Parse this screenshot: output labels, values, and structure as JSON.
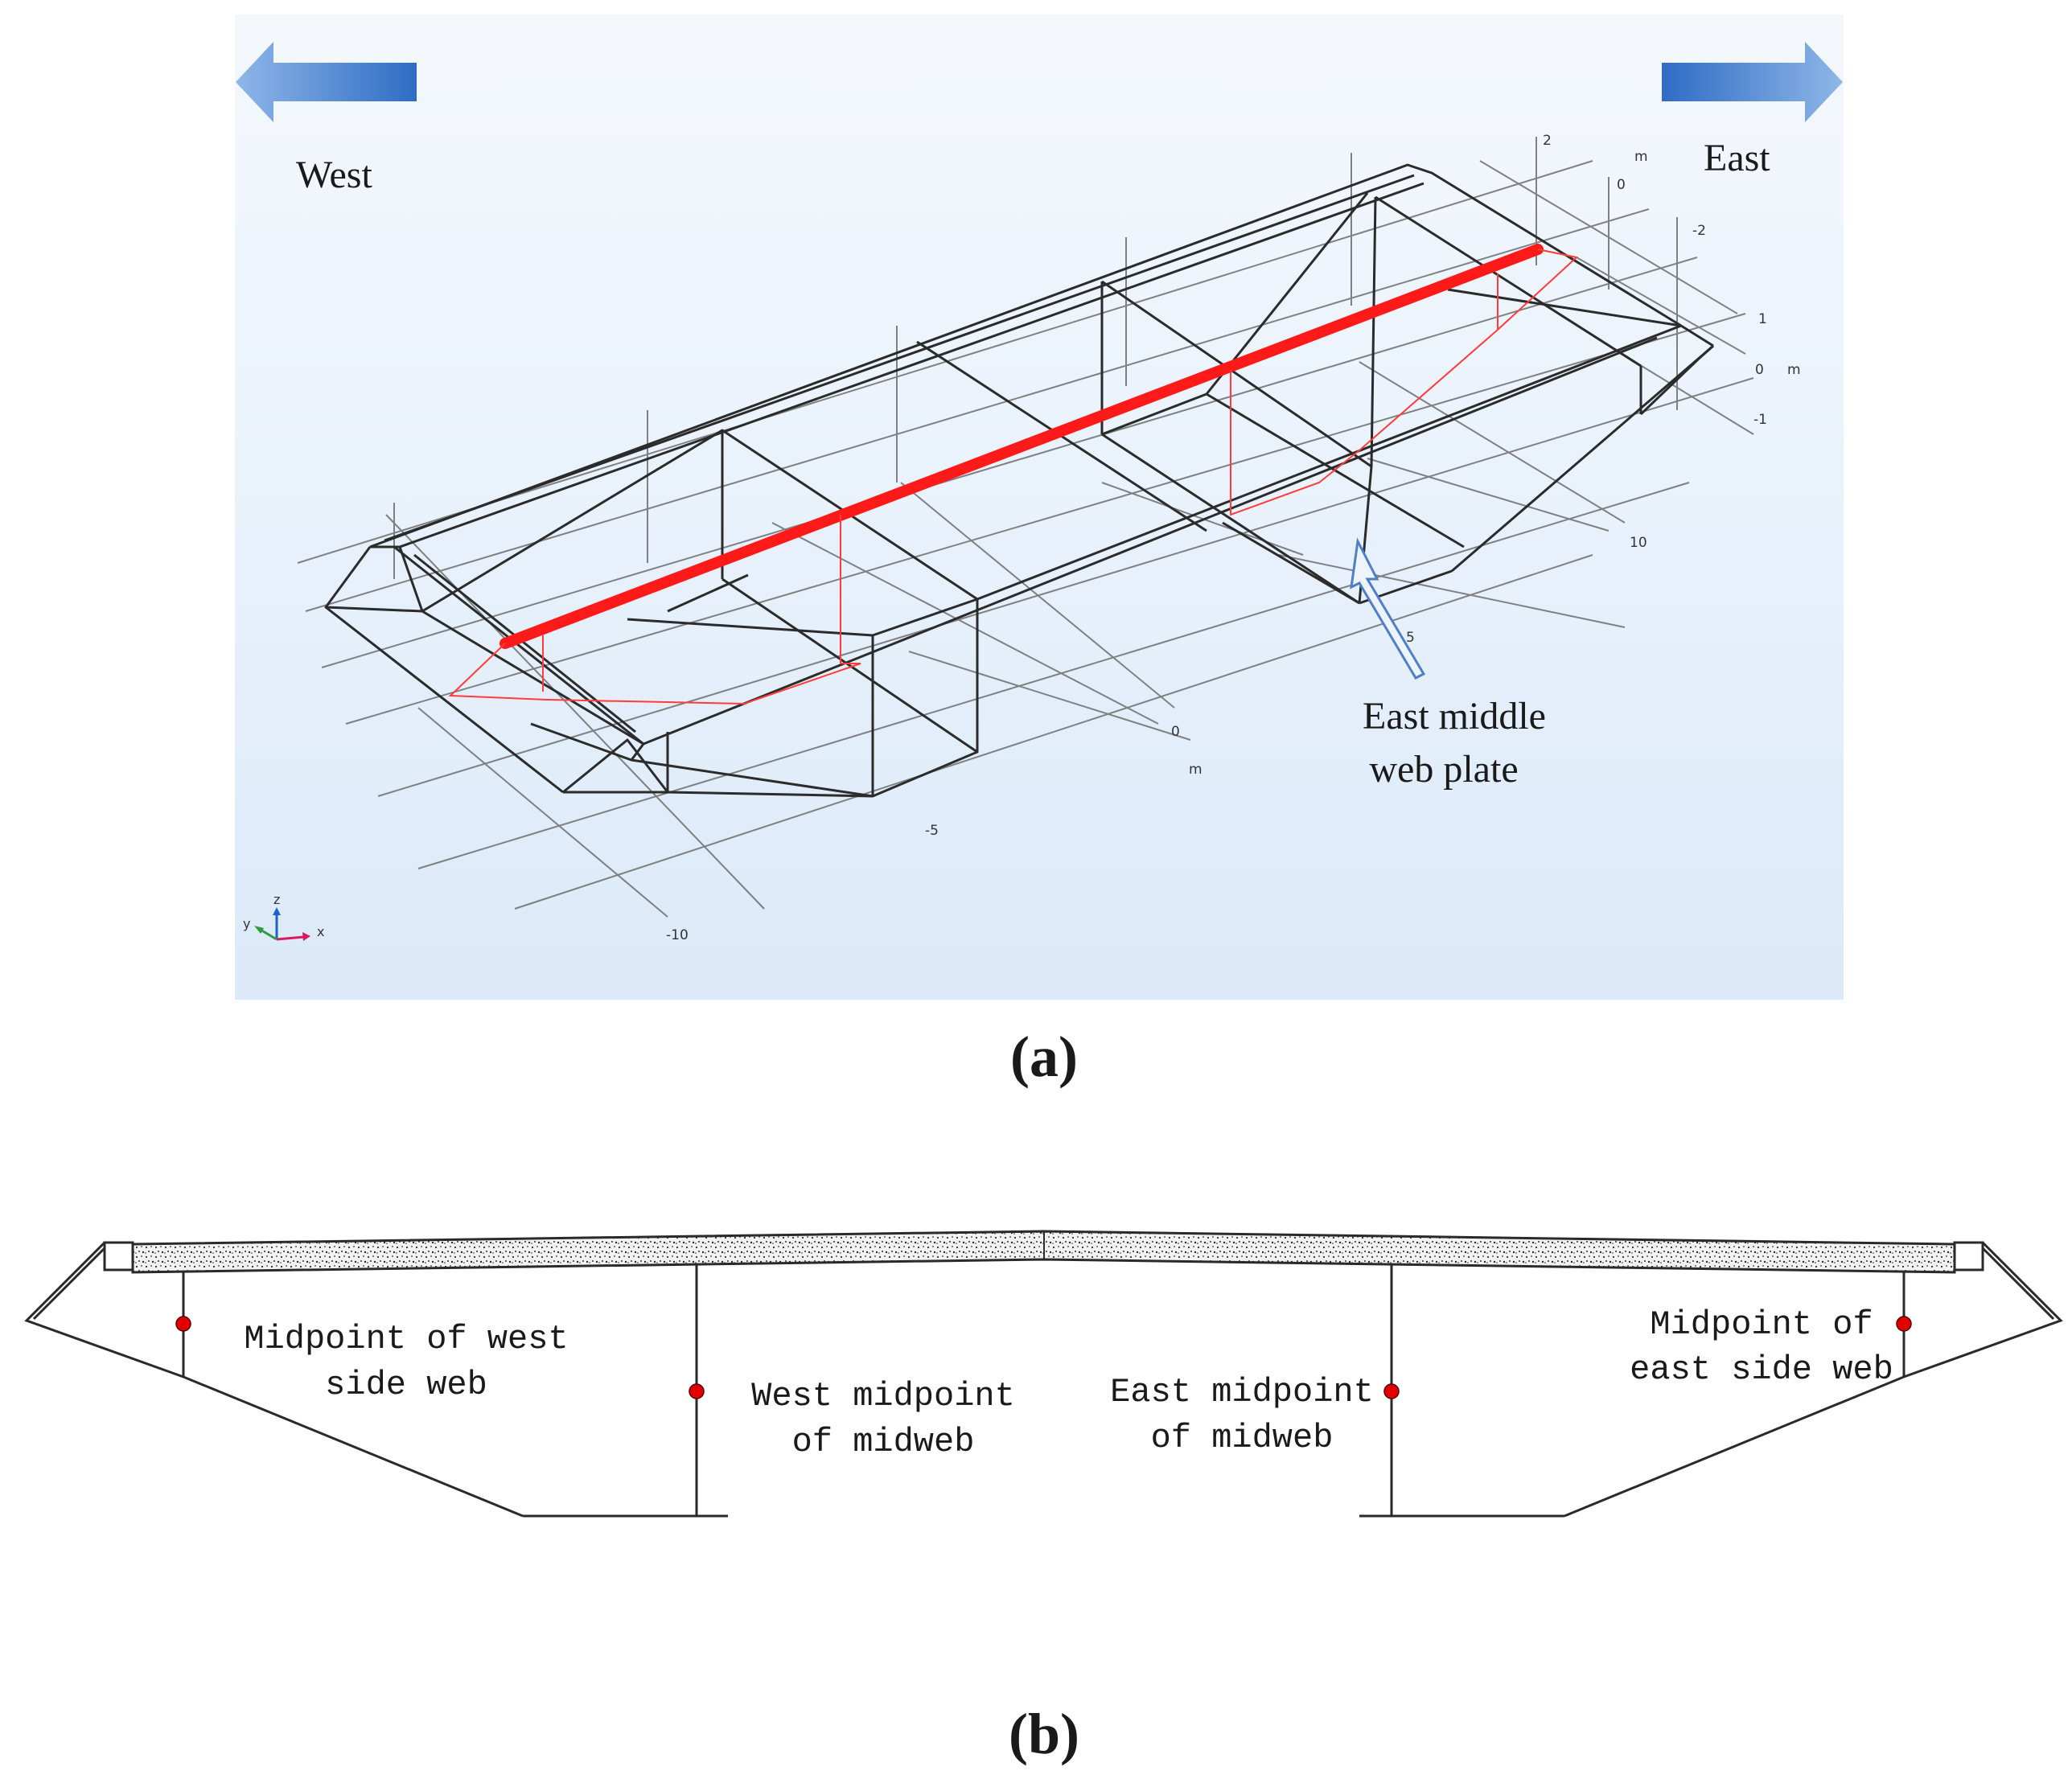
{
  "panel_a": {
    "west_label": "West",
    "east_label": "East",
    "annotation": [
      "East middle",
      "web plate"
    ],
    "axis_ticks": {
      "v2": "2",
      "m1": "m",
      "v0a": "0",
      "vneg2": "-2",
      "v1": "1",
      "v0b": "0",
      "m2": "m",
      "vneg1": "-1",
      "v10": "10",
      "v5": "5",
      "v0c": "0",
      "m3": "m",
      "vneg5": "-5",
      "vneg10": "-10"
    },
    "triad": {
      "z": "z",
      "y": "y",
      "x": "x"
    },
    "caption": "(a)"
  },
  "panel_b": {
    "labels": {
      "west_side": [
        "Midpoint of west",
        "side web"
      ],
      "west_mid": [
        "West midpoint",
        "of midweb"
      ],
      "east_mid": [
        "East midpoint",
        "of midweb"
      ],
      "east_side": [
        "Midpoint of",
        "east side web"
      ]
    },
    "caption": "(b)"
  },
  "colors": {
    "wireframe": "#2b2b2b",
    "grid": "#6d6d6d",
    "highlight": "#ff1a1a",
    "thin_red": "#ff3b3b",
    "arrow_blue": "#3f7fd0",
    "annotation_arrow": "#4f7fc8",
    "measure_point": "#e00000"
  }
}
